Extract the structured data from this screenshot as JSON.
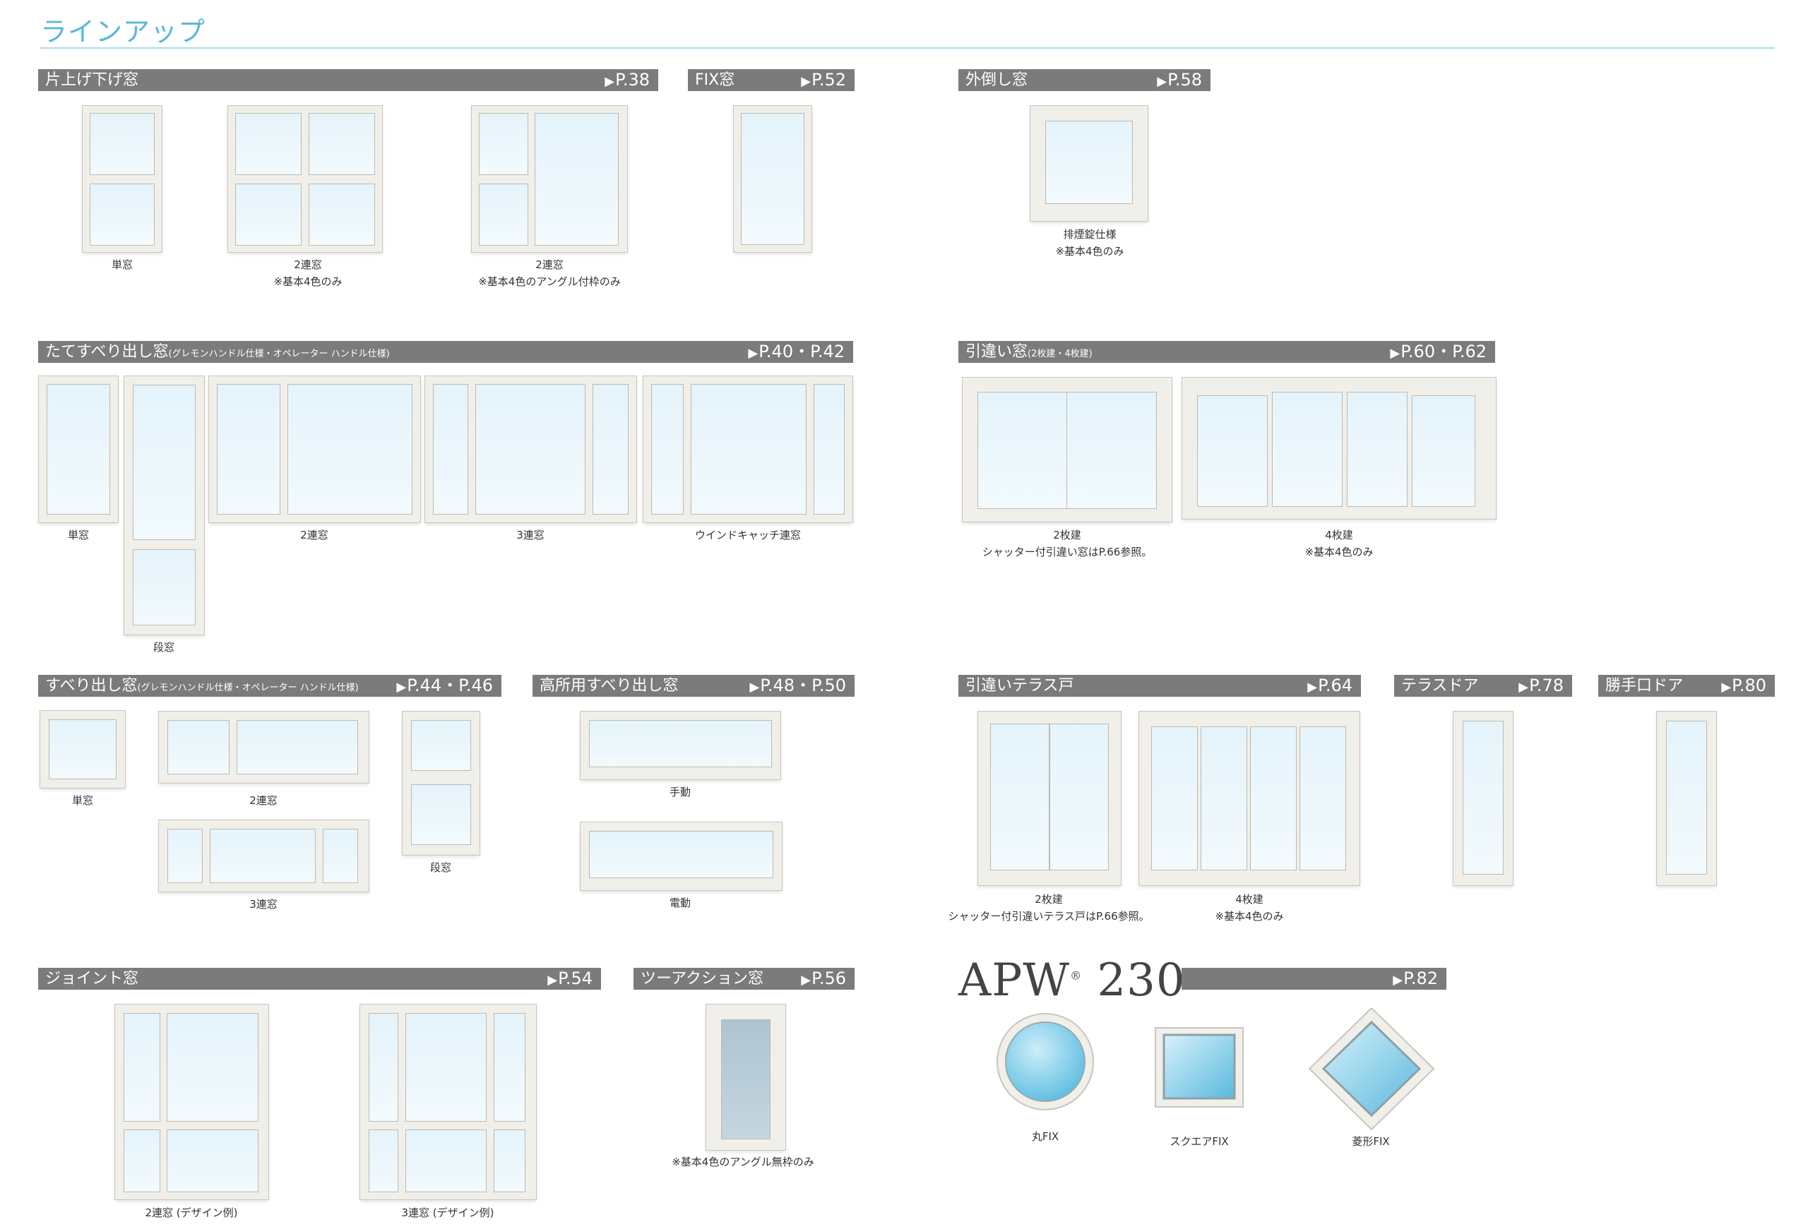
{
  "page": {
    "title": "ラインアップ"
  },
  "sections": {
    "single_hung": {
      "name": "片上げ下げ窓",
      "page": "P.38",
      "captions": {
        "single": "単窓",
        "double": "2連窓",
        "double_note": "※基本4色のみ",
        "combo": "2連窓",
        "combo_note": "※基本4色のアングル付枠のみ"
      }
    },
    "fix": {
      "name": "FIX窓",
      "page": "P.52"
    },
    "outswing": {
      "name": "外倒し窓",
      "page": "P.58",
      "caption": "排煙錠仕様",
      "note": "※基本4色のみ"
    },
    "casement": {
      "name": "たてすべり出し窓",
      "sub": "(グレモンハンドル仕様・オペレーター ハンドル仕様)",
      "page": "P.40・P.42",
      "captions": {
        "single": "単窓",
        "stacked": "段窓",
        "double": "2連窓",
        "triple": "3連窓",
        "windcatch": "ウインドキャッチ連窓"
      }
    },
    "sliding": {
      "name": "引違い窓",
      "sub": "(2枚建・4枚建)",
      "page": "P.60・P.62",
      "captions": {
        "two": "2枚建",
        "two_note": "シャッター付引違い窓はP.66参照。",
        "four": "4枚建",
        "four_note": "※基本4色のみ"
      }
    },
    "awning": {
      "name": "すべり出し窓",
      "sub": "(グレモンハンドル仕様・オペレーター ハンドル仕様)",
      "page": "P.44・P.46",
      "captions": {
        "single": "単窓",
        "double": "2連窓",
        "triple": "3連窓",
        "stacked": "段窓"
      }
    },
    "high_awning": {
      "name": "高所用すべり出し窓",
      "page": "P.48・P.50",
      "captions": {
        "manual": "手動",
        "electric": "電動"
      }
    },
    "terrace": {
      "name": "引違いテラス戸",
      "page": "P.64",
      "captions": {
        "two": "2枚建",
        "two_note": "シャッター付引違いテラス戸はP.66参照。",
        "four": "4枚建",
        "four_note": "※基本4色のみ"
      }
    },
    "terrace_door": {
      "name": "テラスドア",
      "page": "P.78"
    },
    "service_door": {
      "name": "勝手口ドア",
      "page": "P.80"
    },
    "joint": {
      "name": "ジョイント窓",
      "page": "P.54",
      "captions": {
        "double": "2連窓 (デザイン例)",
        "triple": "3連窓 (デザイン例)"
      }
    },
    "two_action": {
      "name": "ツーアクション窓",
      "page": "P.56",
      "note": "※基本4色のアングル無枠のみ"
    },
    "apw230": {
      "logo_main": "APW",
      "logo_mark": "®",
      "logo_num": " 230",
      "page": "P.82",
      "captions": {
        "round": "丸FIX",
        "square": "スクエアFIX",
        "diamond": "菱形FIX"
      }
    }
  }
}
